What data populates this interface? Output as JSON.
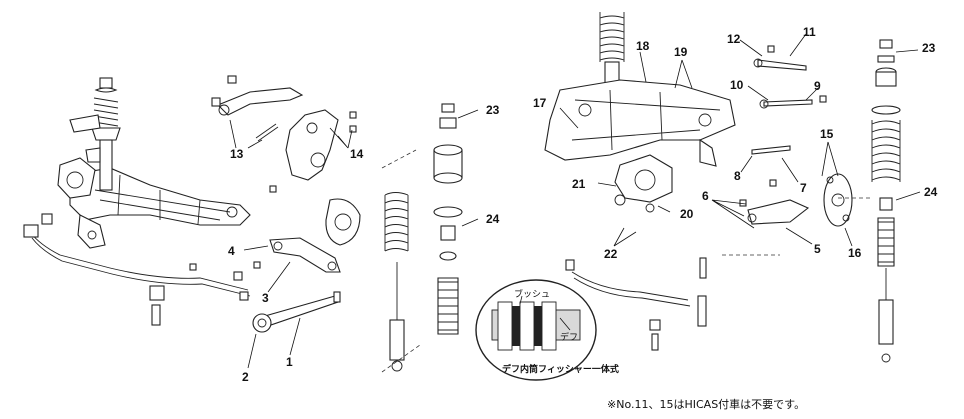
{
  "callouts": [
    {
      "id": "1",
      "text": "1"
    },
    {
      "id": "2",
      "text": "2"
    },
    {
      "id": "3",
      "text": "3"
    },
    {
      "id": "4",
      "text": "4"
    },
    {
      "id": "5",
      "text": "5"
    },
    {
      "id": "6",
      "text": "6"
    },
    {
      "id": "7",
      "text": "7"
    },
    {
      "id": "8",
      "text": "8"
    },
    {
      "id": "9",
      "text": "9"
    },
    {
      "id": "10",
      "text": "10"
    },
    {
      "id": "11",
      "text": "11"
    },
    {
      "id": "12",
      "text": "12"
    },
    {
      "id": "13",
      "text": "13"
    },
    {
      "id": "14",
      "text": "14"
    },
    {
      "id": "15",
      "text": "15"
    },
    {
      "id": "16",
      "text": "16"
    },
    {
      "id": "17",
      "text": "17"
    },
    {
      "id": "18",
      "text": "18"
    },
    {
      "id": "19",
      "text": "19"
    },
    {
      "id": "20",
      "text": "20"
    },
    {
      "id": "21",
      "text": "21"
    },
    {
      "id": "22",
      "text": "22"
    },
    {
      "id": "23a",
      "text": "23"
    },
    {
      "id": "23b",
      "text": "23"
    },
    {
      "id": "24a",
      "text": "24"
    },
    {
      "id": "24b",
      "text": "24"
    }
  ],
  "inset": {
    "label_bush": "ブッシュ",
    "label_diff": "デフ",
    "caption": "デフ内筒フィッシャー一体式"
  },
  "footnote": "※No.11、15はHICAS付車は不要です。"
}
